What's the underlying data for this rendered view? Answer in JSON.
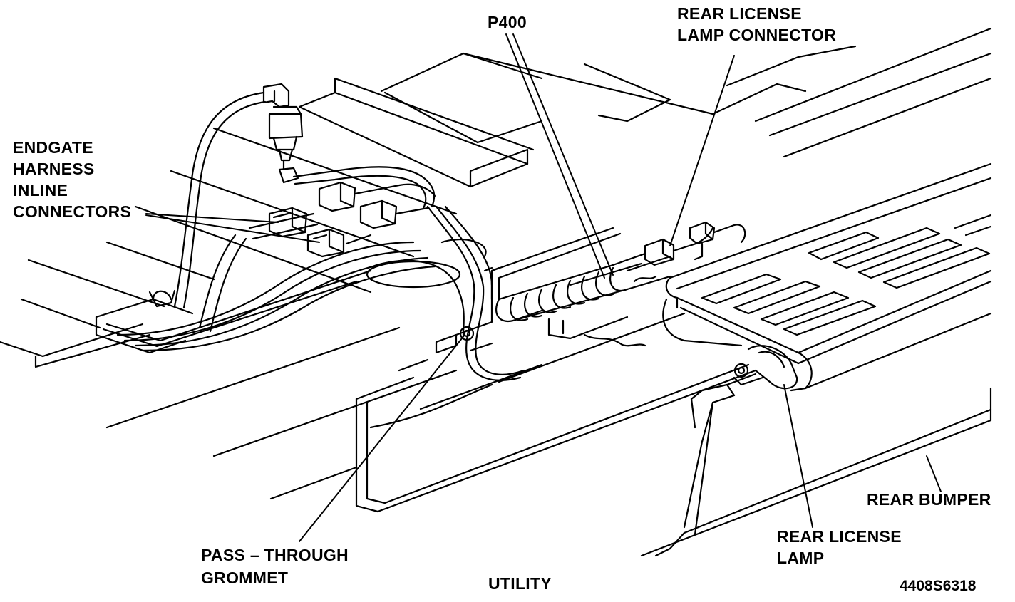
{
  "labels": {
    "endgate": [
      "ENDGATE",
      "HARNESS",
      "INLINE",
      "CONNECTORS"
    ],
    "p400": "P400",
    "rear_license_lamp_connector": [
      "REAR LICENSE",
      "LAMP CONNECTOR"
    ],
    "pass_through_grommet": [
      "PASS – THROUGH",
      "GROMMET"
    ],
    "utility": "UTILITY",
    "rear_bumper": "REAR BUMPER",
    "rear_license_lamp": [
      "REAR LICENSE",
      "LAMP"
    ],
    "figure_code": "4408S6318"
  },
  "colors": {
    "ink": "#000000",
    "paper": "#ffffff"
  }
}
